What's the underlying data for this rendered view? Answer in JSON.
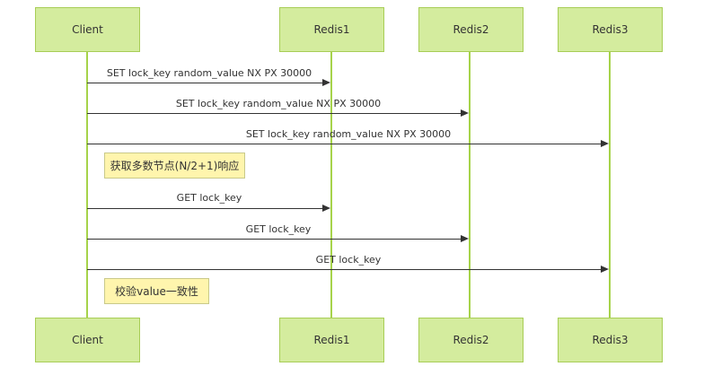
{
  "participants": {
    "client": "Client",
    "redis1": "Redis1",
    "redis2": "Redis2",
    "redis3": "Redis3"
  },
  "messages": [
    {
      "from": "Client",
      "to": "Redis1",
      "label": "SET lock_key random_value NX PX 30000"
    },
    {
      "from": "Client",
      "to": "Redis2",
      "label": "SET lock_key random_value NX PX 30000"
    },
    {
      "from": "Client",
      "to": "Redis3",
      "label": "SET lock_key random_value NX PX 30000"
    },
    {
      "from": "Client",
      "to": "Redis1",
      "label": "GET lock_key"
    },
    {
      "from": "Client",
      "to": "Redis2",
      "label": "GET lock_key"
    },
    {
      "from": "Client",
      "to": "Redis3",
      "label": "GET lock_key"
    }
  ],
  "notes": [
    "获取多数节点(N/2+1)响应",
    "校验value一致性"
  ],
  "colors": {
    "actor_fill": "#d4ec9e",
    "actor_border": "#a8cd56",
    "lifeline": "#a6d34a",
    "note_fill": "#fff5ad",
    "arrow": "#333333"
  }
}
